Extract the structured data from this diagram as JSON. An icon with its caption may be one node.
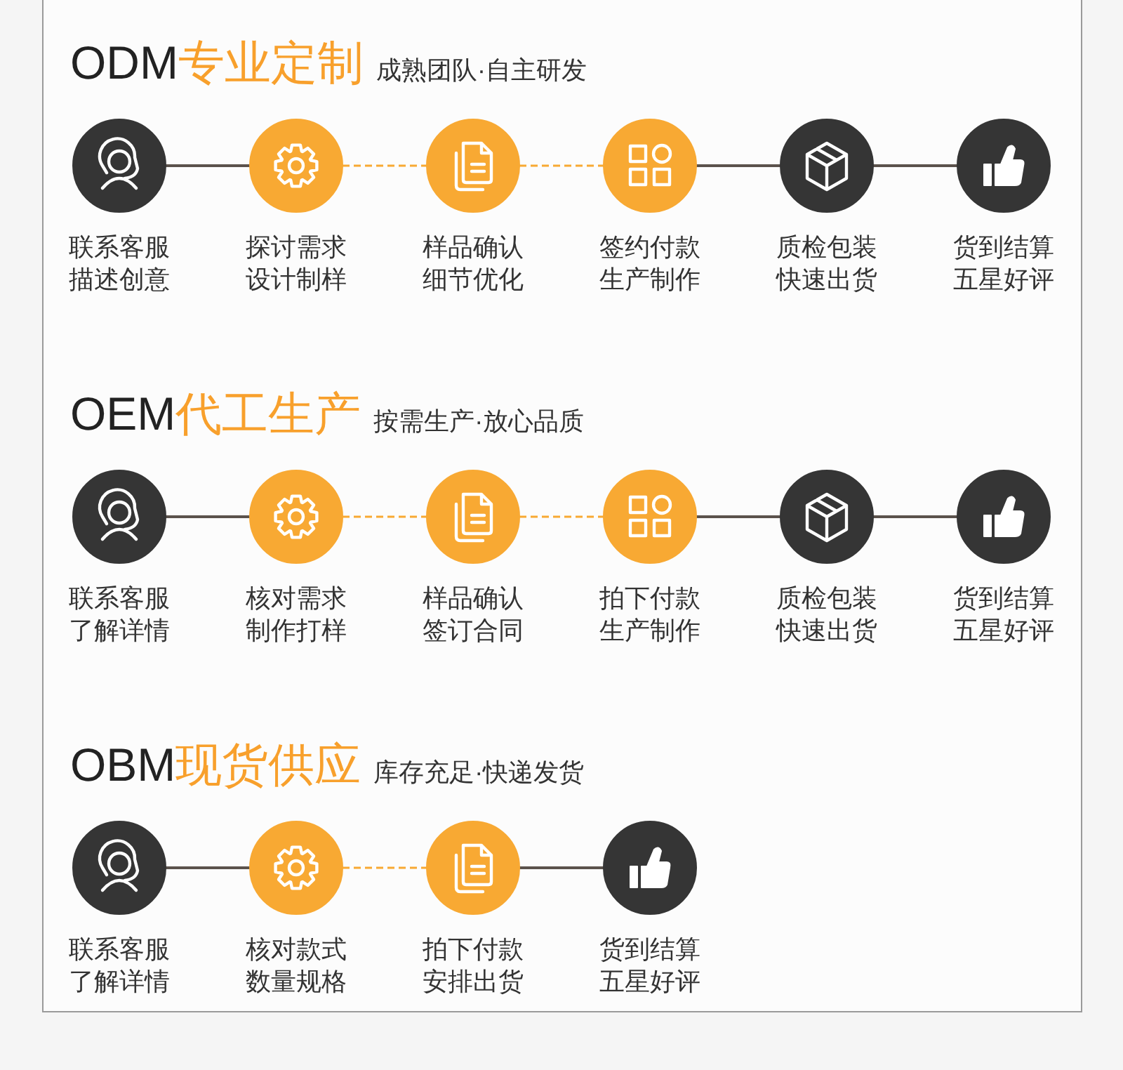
{
  "diagram": {
    "nodes": [
      {
        "text": [],
        "shape": "circle",
        "beside": [
          "联系客服描述创意"
        ]
      },
      {
        "text": [],
        "shape": "circle",
        "beside": [
          "探讨需求设计制样"
        ]
      },
      {
        "text": [],
        "shape": "circle",
        "beside": [
          "样品确认细节优化"
        ]
      },
      {
        "text": [],
        "shape": "circle",
        "beside": [
          "签约付款生产制作"
        ]
      },
      {
        "text": [],
        "shape": "circle",
        "beside": [
          "质检包装快速出货"
        ]
      },
      {
        "text": [],
        "shape": "circle",
        "beside": [
          "货到结算五星好评"
        ]
      },
      {
        "text": [],
        "shape": "circle",
        "beside": [
          "联系客服了解详情"
        ]
      },
      {
        "text": [],
        "shape": "circle",
        "beside": [
          "核对需求制作打样"
        ]
      },
      {
        "text": [],
        "shape": "circle",
        "beside": [
          "样品确认签订合同"
        ]
      },
      {
        "text": [],
        "shape": "circle",
        "beside": [
          "拍下付款生产制作"
        ]
      },
      {
        "text": [],
        "shape": "circle",
        "beside": [
          "质检包装快速出货"
        ]
      },
      {
        "text": [],
        "shape": "circle",
        "beside": [
          "货到结算五星好评"
        ]
      },
      {
        "text": [],
        "shape": "circle",
        "beside": [
          "联系客服了解详情"
        ]
      },
      {
        "text": [],
        "shape": "circle",
        "beside": [
          "核对款式数量规格"
        ]
      },
      {
        "text": [],
        "shape": "circle",
        "beside": [
          "拍下付款安排出货"
        ]
      },
      {
        "text": [],
        "shape": "circle",
        "beside": [
          "货到结算五星好评"
        ]
      }
    ],
    "edges": [
      {
        "from": 0,
        "to": 1,
        "arrow": "none"
      },
      {
        "from": 1,
        "to": 2,
        "arrow": "none",
        "style": "dashed",
        "color": "#f8a933"
      },
      {
        "from": 2,
        "to": 3,
        "arrow": "none",
        "style": "dashed",
        "color": "#f8a933"
      },
      {
        "from": 3,
        "to": 4,
        "arrow": "none"
      },
      {
        "from": 4,
        "to": 5,
        "arrow": "none"
      },
      {
        "from": 6,
        "to": 7,
        "arrow": "none"
      },
      {
        "from": 7,
        "to": 8,
        "arrow": "none",
        "style": "dashed",
        "color": "#f8a933"
      },
      {
        "from": 8,
        "to": 9,
        "arrow": "none",
        "style": "dashed",
        "color": "#f8a933"
      },
      {
        "from": 9,
        "to": 10,
        "arrow": "none"
      },
      {
        "from": 10,
        "to": 11,
        "arrow": "none"
      },
      {
        "from": 12,
        "to": 13,
        "arrow": "none"
      },
      {
        "from": 13,
        "to": 14,
        "arrow": "none",
        "style": "dashed",
        "color": "#f8a933"
      },
      {
        "from": 14,
        "to": 15,
        "arrow": "none"
      }
    ],
    "labels": [
      "ODM专业定制",
      "成熟团队·自主研发",
      "OEM代工生产",
      "按需生产·放心品质",
      "OBM现货供应",
      "库存充足·快递发货"
    ]
  }
}
